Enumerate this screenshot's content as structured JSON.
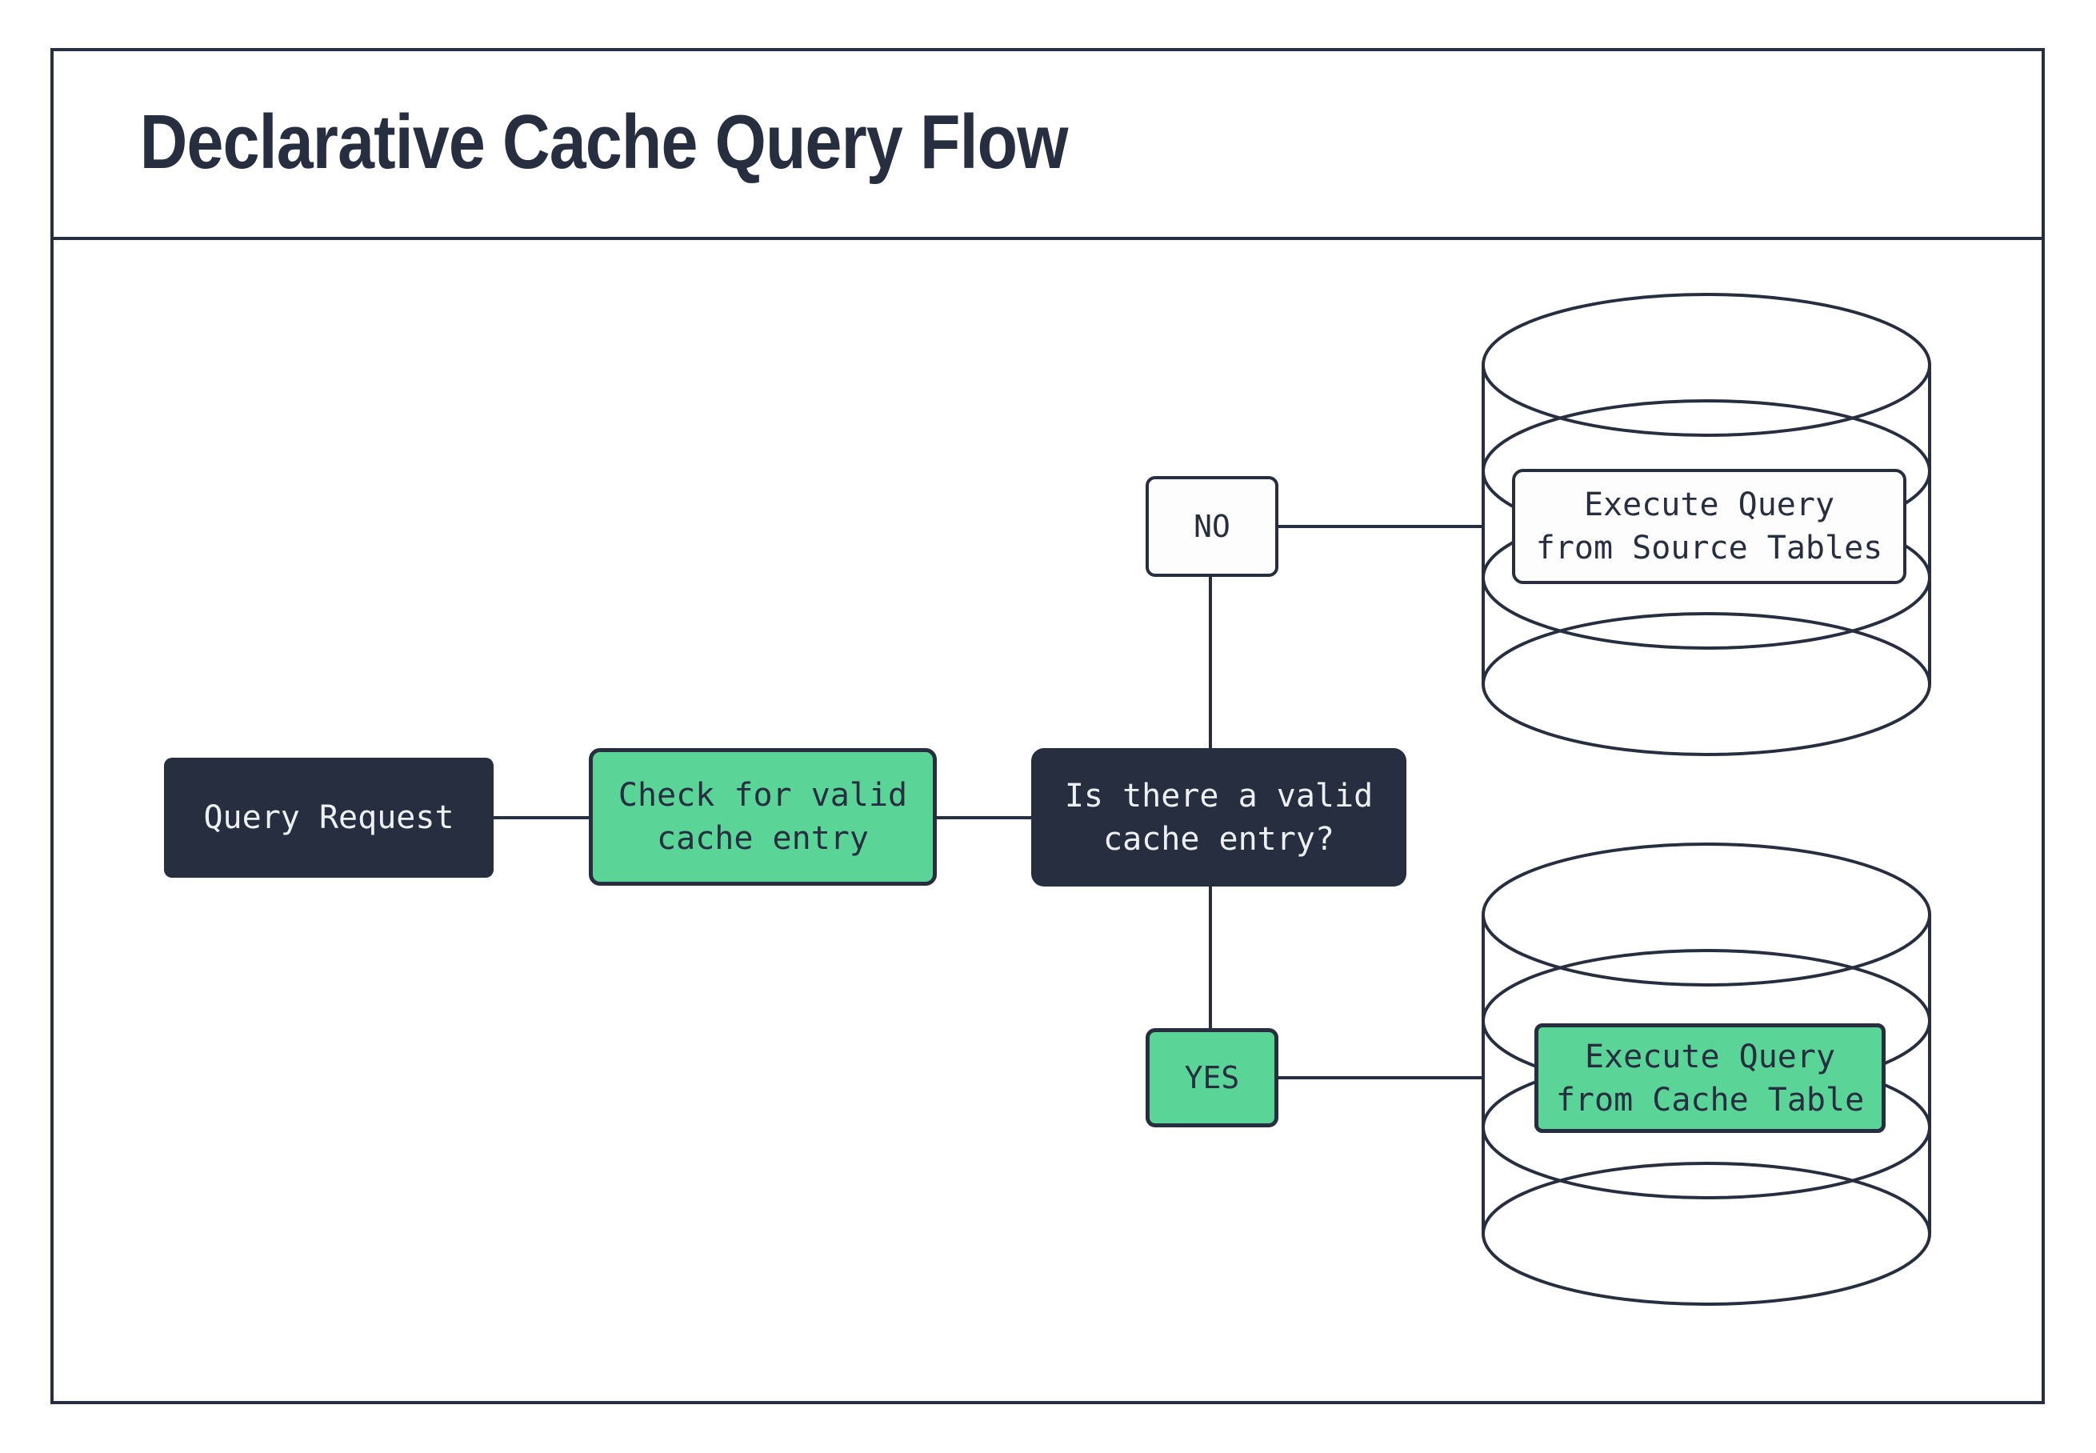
{
  "title": "Declarative Cache Query Flow",
  "colors": {
    "dark": "#262E3F",
    "green": "#5BD497",
    "light_text": "#EEF1F4",
    "offwhite": "#FDFDFD",
    "background": "#FFFFFF"
  },
  "flow": {
    "query_request": {
      "label": "Query Request"
    },
    "check_cache": {
      "line1": "Check for valid",
      "line2": "cache entry"
    },
    "question": {
      "line1": "Is there a valid",
      "line2": "cache entry?"
    },
    "no_branch": {
      "label": "NO"
    },
    "yes_branch": {
      "label": "YES"
    },
    "source_db": {
      "line1": "Execute Query",
      "line2": "from Source Tables"
    },
    "cache_db": {
      "line1": "Execute Query",
      "line2": "from Cache Table"
    }
  }
}
